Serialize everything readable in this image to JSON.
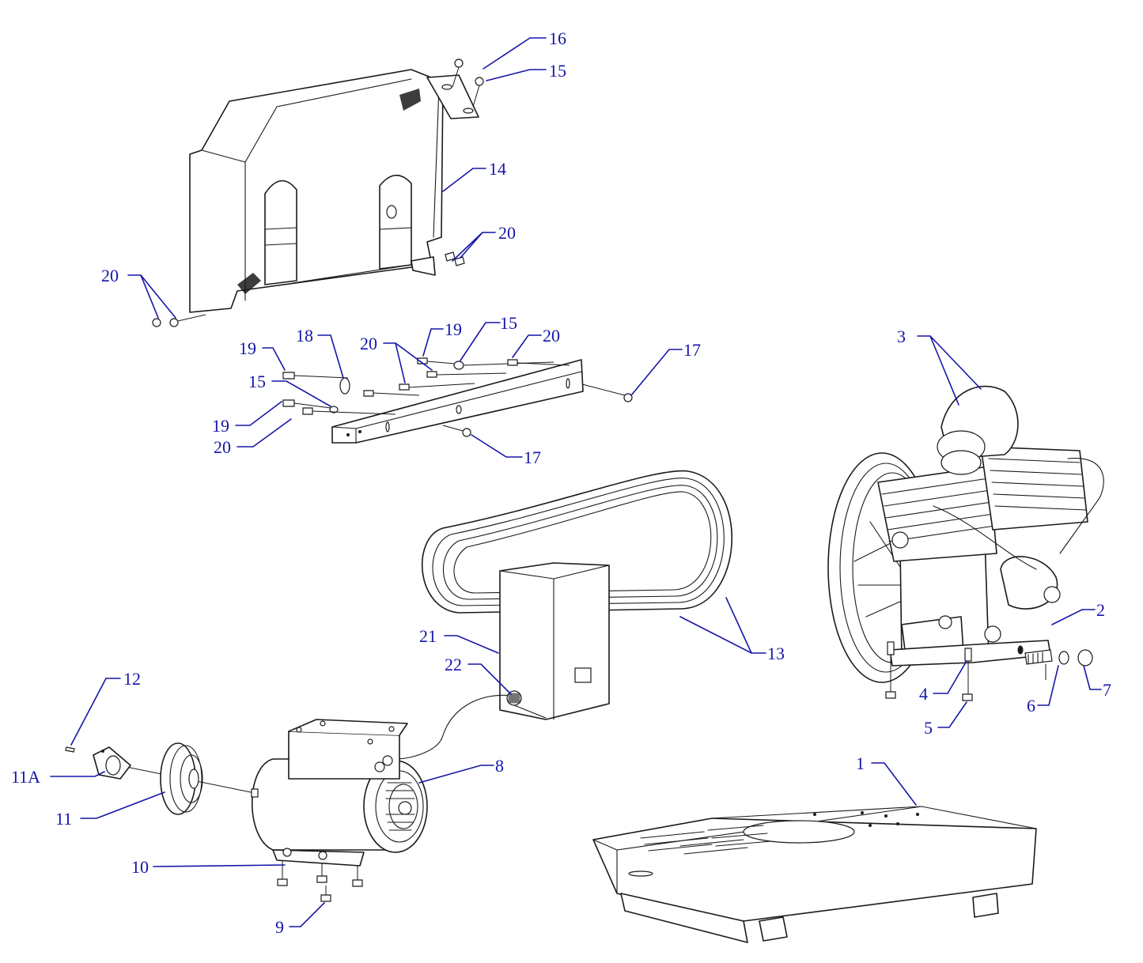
{
  "colors": {
    "callout": "#1515a8",
    "line": "#1a1a1a",
    "background": "#ffffff"
  },
  "callouts": [
    {
      "id": "16",
      "label": "16"
    },
    {
      "id": "15a",
      "label": "15"
    },
    {
      "id": "14",
      "label": "14"
    },
    {
      "id": "20a",
      "label": "20"
    },
    {
      "id": "20b",
      "label": "20"
    },
    {
      "id": "19a",
      "label": "19"
    },
    {
      "id": "15b",
      "label": "15"
    },
    {
      "id": "20c",
      "label": "20"
    },
    {
      "id": "19b",
      "label": "19"
    },
    {
      "id": "18",
      "label": "18"
    },
    {
      "id": "20d",
      "label": "20"
    },
    {
      "id": "19c",
      "label": "19"
    },
    {
      "id": "15c",
      "label": "15"
    },
    {
      "id": "20e",
      "label": "20"
    },
    {
      "id": "17a",
      "label": "17"
    },
    {
      "id": "17b",
      "label": "17"
    },
    {
      "id": "3",
      "label": "3"
    },
    {
      "id": "2",
      "label": "2"
    },
    {
      "id": "13",
      "label": "13"
    },
    {
      "id": "21",
      "label": "21"
    },
    {
      "id": "22",
      "label": "22"
    },
    {
      "id": "4",
      "label": "4"
    },
    {
      "id": "5",
      "label": "5"
    },
    {
      "id": "6",
      "label": "6"
    },
    {
      "id": "7",
      "label": "7"
    },
    {
      "id": "12",
      "label": "12"
    },
    {
      "id": "11A",
      "label": "11A"
    },
    {
      "id": "11",
      "label": "11"
    },
    {
      "id": "8",
      "label": "8"
    },
    {
      "id": "1",
      "label": "1"
    },
    {
      "id": "10",
      "label": "10"
    },
    {
      "id": "9",
      "label": "9"
    }
  ]
}
